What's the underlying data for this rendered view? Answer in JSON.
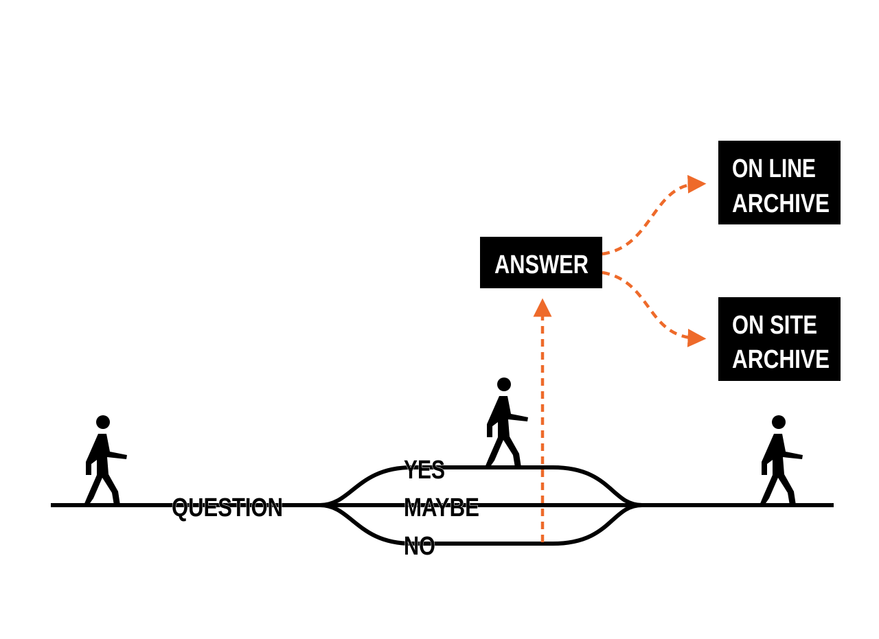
{
  "colors": {
    "ink": "#000000",
    "accent": "#ee6a2a",
    "box_text": "#ffffff",
    "background": "#ffffff"
  },
  "labels": {
    "question": "QUESTION",
    "yes": "YES",
    "maybe": "MAYBE",
    "no": "NO",
    "answer": "ANSWER",
    "online_archive": [
      "ON LINE",
      "ARCHIVE"
    ],
    "onsite_archive": [
      "ON SITE",
      "ARCHIVE"
    ]
  },
  "icons": [
    "walking-person-icon",
    "walking-person-icon",
    "walking-person-icon"
  ]
}
